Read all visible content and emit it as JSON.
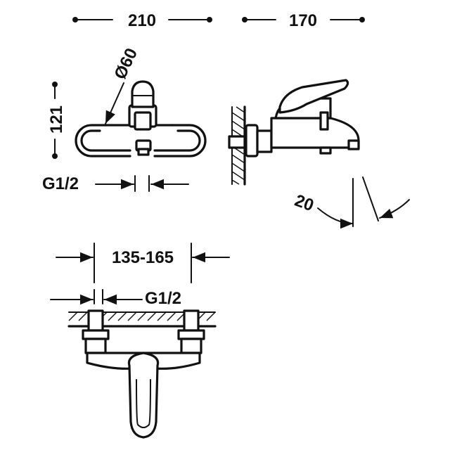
{
  "dimensions": {
    "front_width": "210",
    "side_depth": "170",
    "height": "121",
    "handle_diameter": "Ø60",
    "inlet_front": "G1/2",
    "center_distance": "135-165",
    "inlet_top": "G1/2",
    "spout_angle": "20"
  },
  "colors": {
    "line": "#111111",
    "background": "#ffffff"
  }
}
